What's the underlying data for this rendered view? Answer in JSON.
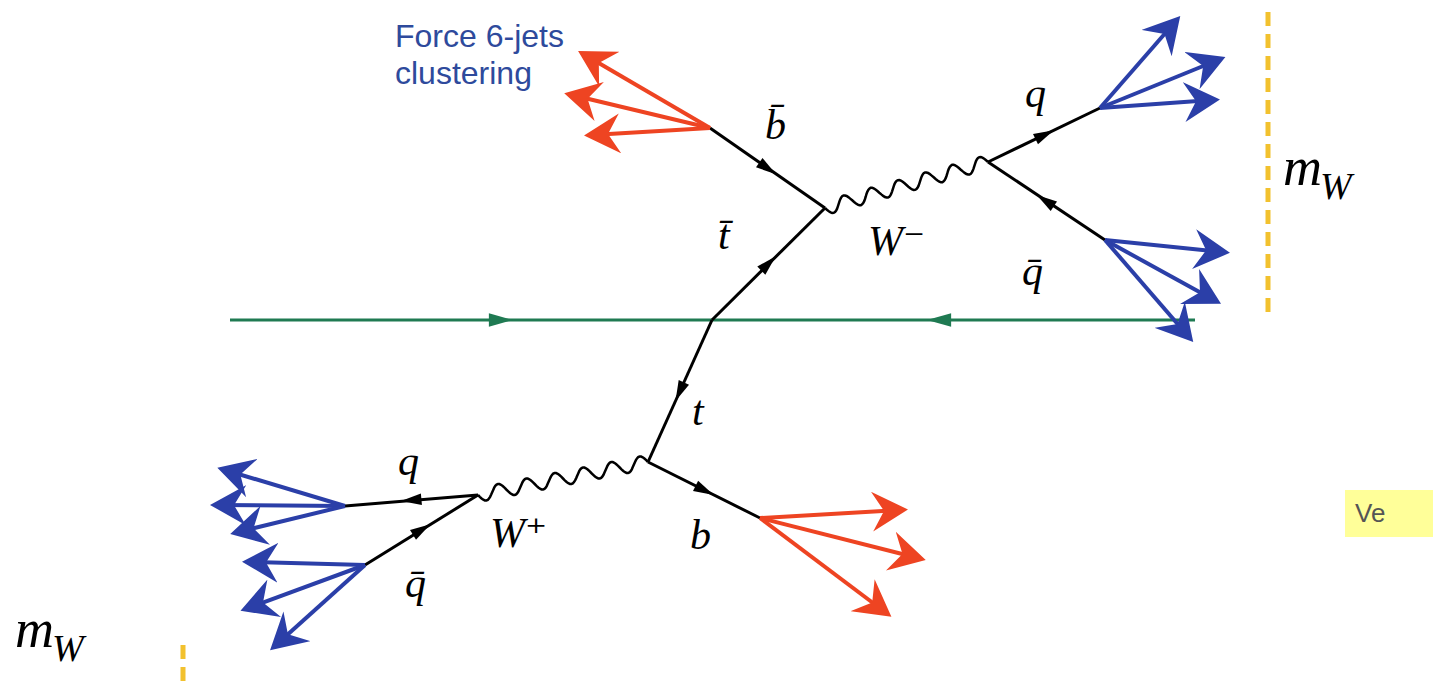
{
  "diagram": {
    "nodes": [
      {
        "text": [
          "Ve"
        ]
      }
    ],
    "labels": [
      "Force 6-jets clustering",
      "b̄",
      "W⁻",
      "q",
      "q̄",
      "m",
      "W",
      "t̄",
      "t",
      "q",
      "q̄",
      "W⁺",
      "b",
      "m",
      "W"
    ]
  }
}
